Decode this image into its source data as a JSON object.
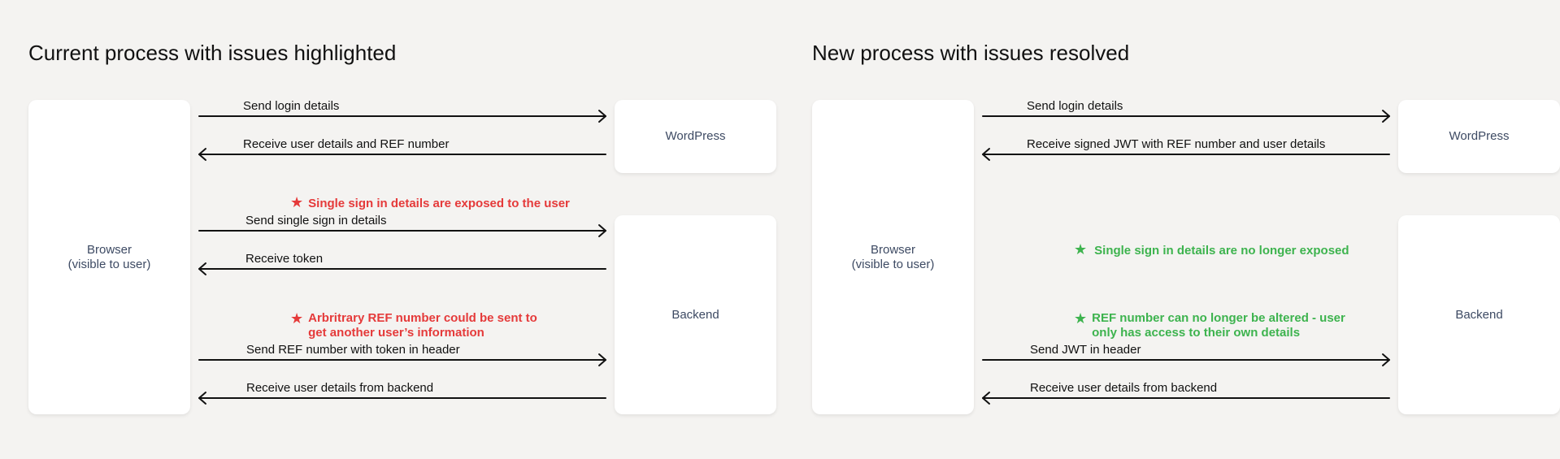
{
  "panels": [
    {
      "title": "Current process with issues highlighted",
      "browser": "Browser\n(visible to user)",
      "wordpress": "WordPress",
      "backend": "Backend",
      "messages": [
        "Send login details",
        "Receive user details and REF number",
        "Send single sign in details",
        "Receive token",
        "Send REF number with token in header",
        "Receive user details from backend"
      ],
      "notes": [
        "Single sign in details are exposed to the user",
        "Arbritrary REF number could be sent to\nget another user’s information"
      ]
    },
    {
      "title": "New process with issues resolved",
      "browser": "Browser\n(visible to user)",
      "wordpress": "WordPress",
      "backend": "Backend",
      "messages": [
        "Send login details",
        "Receive signed JWT with REF number and user details",
        "Send JWT in header",
        "Receive user details from backend"
      ],
      "notes": [
        "Single sign in details are no longer exposed",
        "REF number can no longer be altered - user\nonly has access to their own details"
      ]
    }
  ],
  "star": "★",
  "colors": {
    "issue": "#e53a3a",
    "resolved": "#3db34e",
    "background": "#f4f3f1"
  }
}
